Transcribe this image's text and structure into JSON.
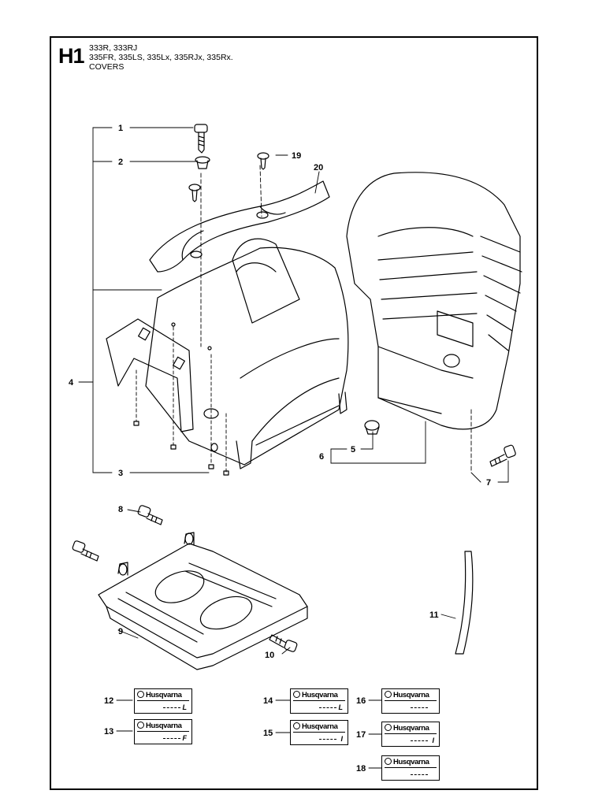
{
  "header": {
    "code": "H1",
    "line1": "333R, 333RJ",
    "line2": "335FR, 335LS, 335Lx, 335RJx, 335Rx.",
    "line3": "COVERS"
  },
  "callouts": {
    "n1": "1",
    "n2": "2",
    "n3": "3",
    "n4": "4",
    "n5": "5",
    "n6": "6",
    "n7": "7",
    "n8": "8",
    "n9": "9",
    "n10": "10",
    "n11": "11",
    "n12": "12",
    "n13": "13",
    "n14": "14",
    "n15": "15",
    "n16": "16",
    "n17": "17",
    "n18": "18",
    "n19": "19",
    "n20": "20"
  },
  "decals": {
    "brand": "Husqvarna",
    "d12_model": "L",
    "d13_model": "F",
    "d14_model": "L",
    "d15_model": "I",
    "d16_model": "",
    "d17_model": "I",
    "d18_model": ""
  }
}
